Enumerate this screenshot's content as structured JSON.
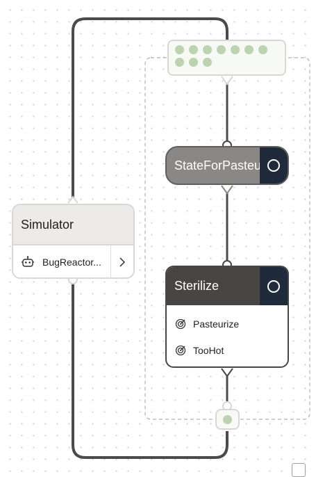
{
  "simulator": {
    "title": "Simulator",
    "item_label": "BugReactor...",
    "item_icon": "robot-icon"
  },
  "dots_box": {
    "dot_count": 10,
    "dot_color": "#bdd3b0"
  },
  "state_pasteurize": {
    "title": "StateForPasteurize",
    "fill": "#8a8886"
  },
  "sterilize": {
    "title": "Sterilize",
    "header_color": "#484644",
    "transitions": [
      {
        "label": "Pasteurize",
        "icon": "target-icon"
      },
      {
        "label": "TooHot",
        "icon": "target-icon"
      }
    ]
  },
  "end_node": {
    "dot_count": 1
  },
  "colors": {
    "wire": "#4a4a4f",
    "accent_dark": "#1f2b3a"
  }
}
